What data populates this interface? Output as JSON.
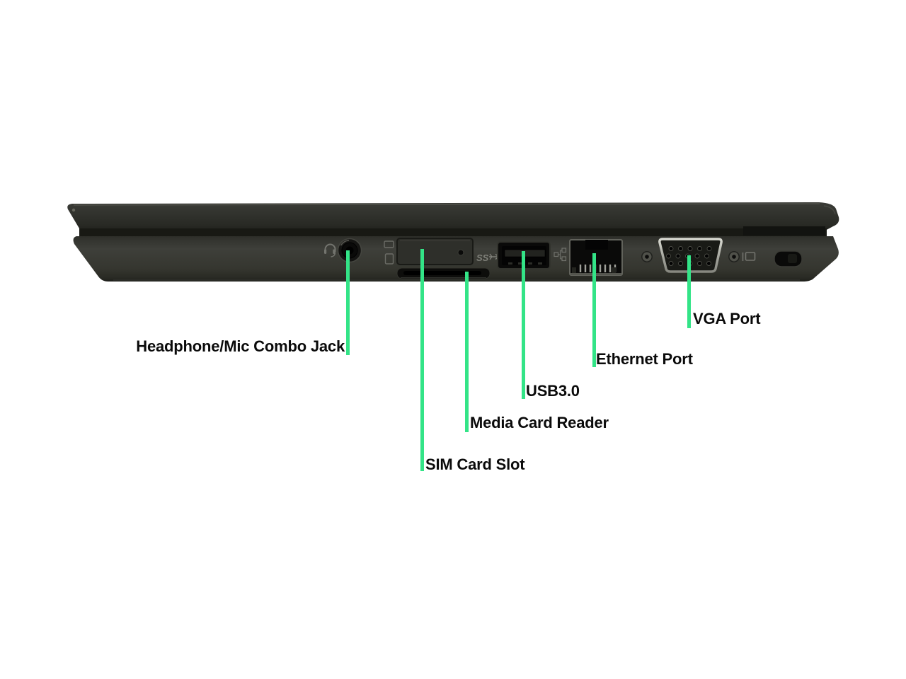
{
  "scene": {
    "type": "annotated product photo",
    "subject": "Laptop side profile showing ports, with green callout lines and labels",
    "background_color": "#ffffff"
  },
  "style": {
    "callout_line_color": "#33E487",
    "label_color": "#0B0B0B",
    "laptop_body_color": "#33342F"
  },
  "device_markings": {
    "usb_superspeed_label": "SS"
  },
  "callouts": [
    {
      "id": "headphone-mic-combo-jack",
      "label": "Headphone/Mic Combo Jack"
    },
    {
      "id": "sim-card-slot",
      "label": "SIM Card Slot"
    },
    {
      "id": "media-card-reader",
      "label": "Media Card Reader"
    },
    {
      "id": "usb-3-0",
      "label": "USB3.0"
    },
    {
      "id": "ethernet-port",
      "label": "Ethernet Port"
    },
    {
      "id": "vga-port",
      "label": "VGA Port"
    }
  ],
  "ports_left_to_right": [
    "headphone-mic-combo-jack",
    "sim-card-slot",
    "media-card-reader",
    "usb-3-0",
    "ethernet-port",
    "vga-port",
    "kensington-lock-slot"
  ]
}
